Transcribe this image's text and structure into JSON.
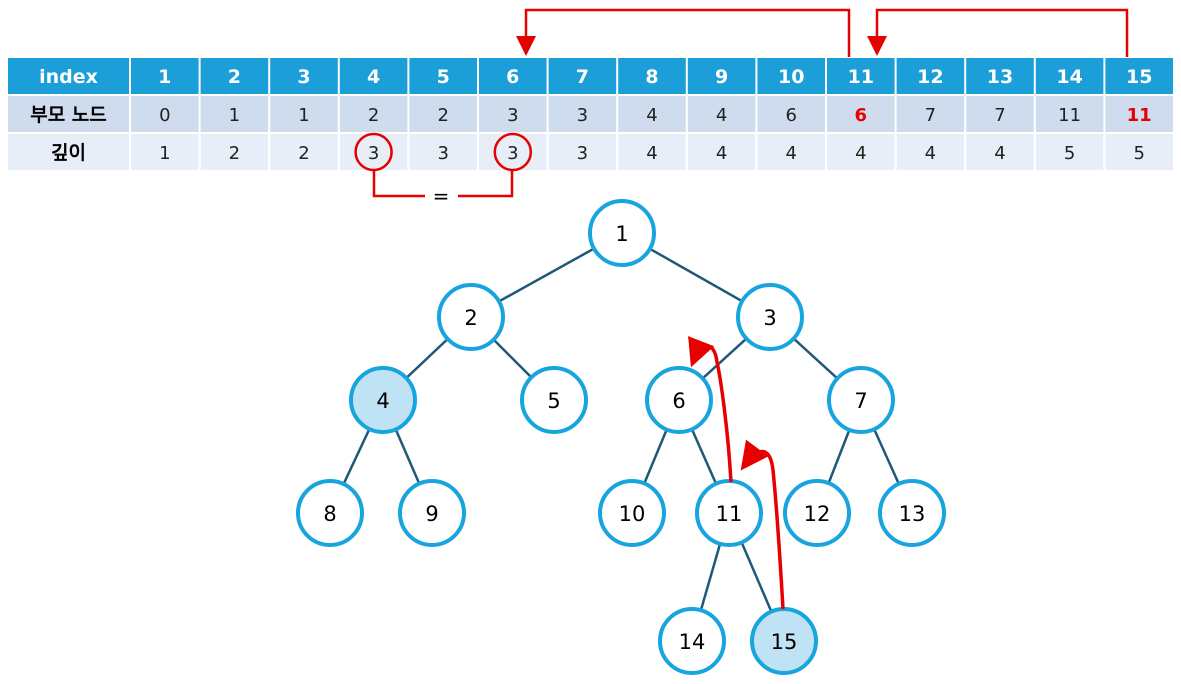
{
  "table": {
    "rows": [
      {
        "label": "index",
        "cells": [
          "1",
          "2",
          "3",
          "4",
          "5",
          "6",
          "7",
          "8",
          "9",
          "10",
          "11",
          "12",
          "13",
          "14",
          "15"
        ]
      },
      {
        "label": "부모 노드",
        "cells": [
          "0",
          "1",
          "1",
          "2",
          "2",
          "3",
          "3",
          "4",
          "4",
          "6",
          "6",
          "7",
          "7",
          "11",
          "11"
        ],
        "highlight_indices": [
          10,
          14
        ]
      },
      {
        "label": "깊이",
        "cells": [
          "1",
          "2",
          "2",
          "3",
          "3",
          "3",
          "3",
          "4",
          "4",
          "4",
          "4",
          "4",
          "4",
          "5",
          "5"
        ],
        "circled_indices": [
          3,
          5
        ]
      }
    ]
  },
  "equals_label": "=",
  "tree": {
    "nodes": [
      {
        "id": "1",
        "label": "1"
      },
      {
        "id": "2",
        "label": "2"
      },
      {
        "id": "3",
        "label": "3"
      },
      {
        "id": "4",
        "label": "4",
        "highlighted": true
      },
      {
        "id": "5",
        "label": "5"
      },
      {
        "id": "6",
        "label": "6"
      },
      {
        "id": "7",
        "label": "7"
      },
      {
        "id": "8",
        "label": "8"
      },
      {
        "id": "9",
        "label": "9"
      },
      {
        "id": "10",
        "label": "10"
      },
      {
        "id": "11",
        "label": "11"
      },
      {
        "id": "12",
        "label": "12"
      },
      {
        "id": "13",
        "label": "13"
      },
      {
        "id": "14",
        "label": "14"
      },
      {
        "id": "15",
        "label": "15",
        "highlighted": true
      }
    ],
    "edges": [
      [
        "1",
        "2"
      ],
      [
        "1",
        "3"
      ],
      [
        "2",
        "4"
      ],
      [
        "2",
        "5"
      ],
      [
        "3",
        "6"
      ],
      [
        "3",
        "7"
      ],
      [
        "4",
        "8"
      ],
      [
        "4",
        "9"
      ],
      [
        "6",
        "10"
      ],
      [
        "6",
        "11"
      ],
      [
        "7",
        "12"
      ],
      [
        "7",
        "13"
      ],
      [
        "11",
        "14"
      ],
      [
        "11",
        "15"
      ]
    ],
    "traversal_arrows": [
      {
        "from": "15",
        "to": "11"
      },
      {
        "from": "11",
        "to": "6"
      }
    ]
  },
  "colors": {
    "header_bg": "#1c9fd9",
    "header_text": "#ffffff",
    "row_bg_dark": "#cfdcee",
    "row_bg_light": "#e8eef7",
    "node_border": "#18a4df",
    "node_fill": "#ffffff",
    "node_highlight_fill": "#bfe3f4",
    "edge": "#1f5878",
    "accent_red": "#e60000"
  }
}
